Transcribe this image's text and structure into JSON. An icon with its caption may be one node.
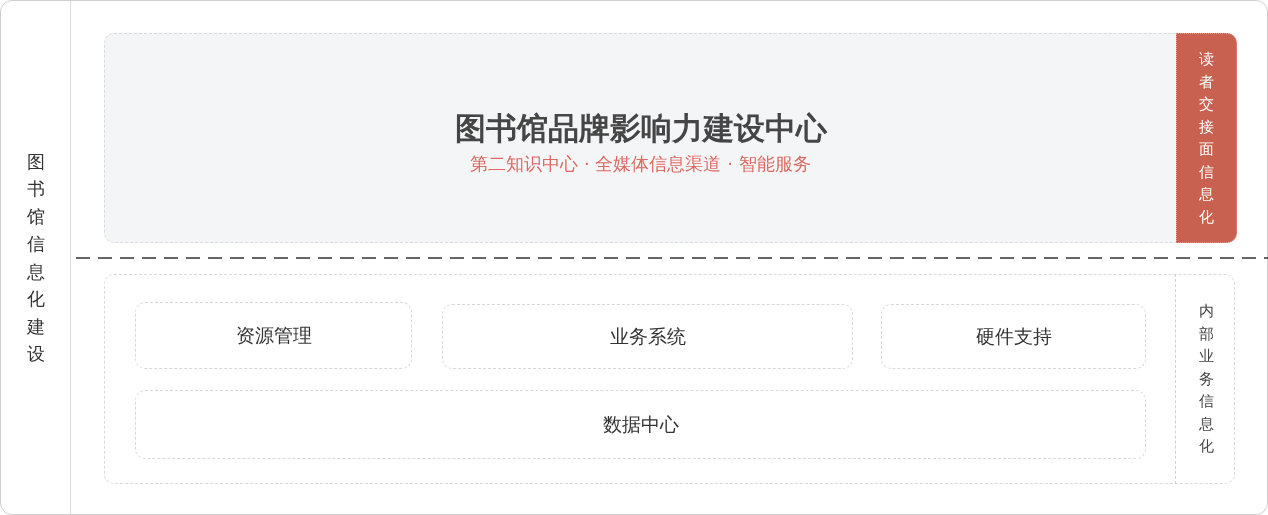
{
  "diagram": {
    "nodes": [
      {
        "text": [
          "图书馆信息化建设"
        ]
      },
      {
        "text": [
          "图书馆品牌影响力建设中心",
          "第二知识中心 · 全媒体信息渠道 · 智能服务"
        ]
      },
      {
        "text": [
          "读者交接面信息化"
        ],
        "in": 1
      },
      {
        "text": [],
        "shape": "box"
      },
      {
        "text": [
          "资源管理"
        ],
        "in": 3
      },
      {
        "text": [
          "业务系统"
        ],
        "in": 3
      },
      {
        "text": [
          "硬件支持"
        ],
        "in": 3
      },
      {
        "text": [
          "数据中心"
        ],
        "in": 3
      },
      {
        "text": [
          "内部业务信息化"
        ],
        "in": 3
      }
    ]
  }
}
